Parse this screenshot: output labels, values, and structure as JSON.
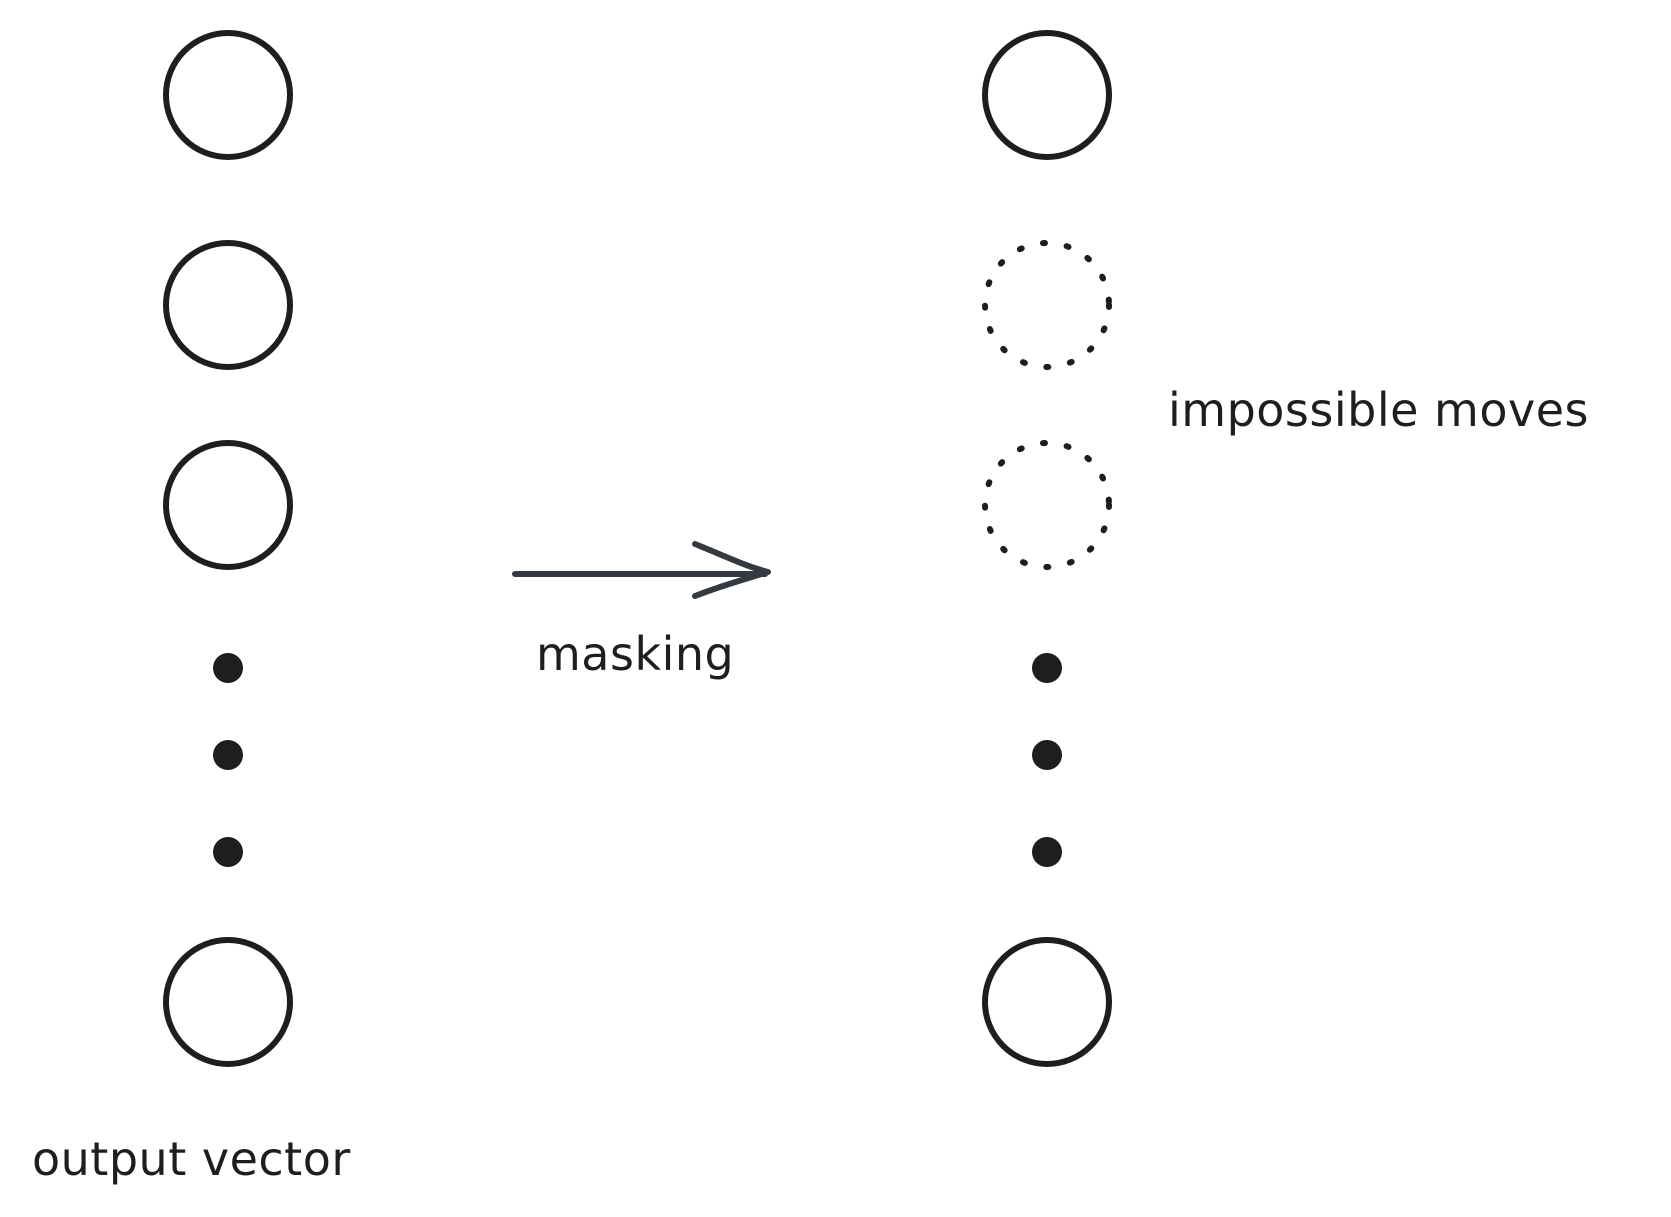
{
  "labels": {
    "output_vector": "output vector",
    "masking": "masking",
    "impossible_moves": "impossible moves"
  },
  "nodes": {
    "left": [
      "solid",
      "solid",
      "solid",
      "dot",
      "dot",
      "dot",
      "solid"
    ],
    "right": [
      "solid",
      "dotted",
      "dotted",
      "dot",
      "dot",
      "dot",
      "solid"
    ]
  },
  "colors": {
    "ink": "#1e1e1e",
    "background": "#ffffff",
    "arrow": "#343a40"
  }
}
